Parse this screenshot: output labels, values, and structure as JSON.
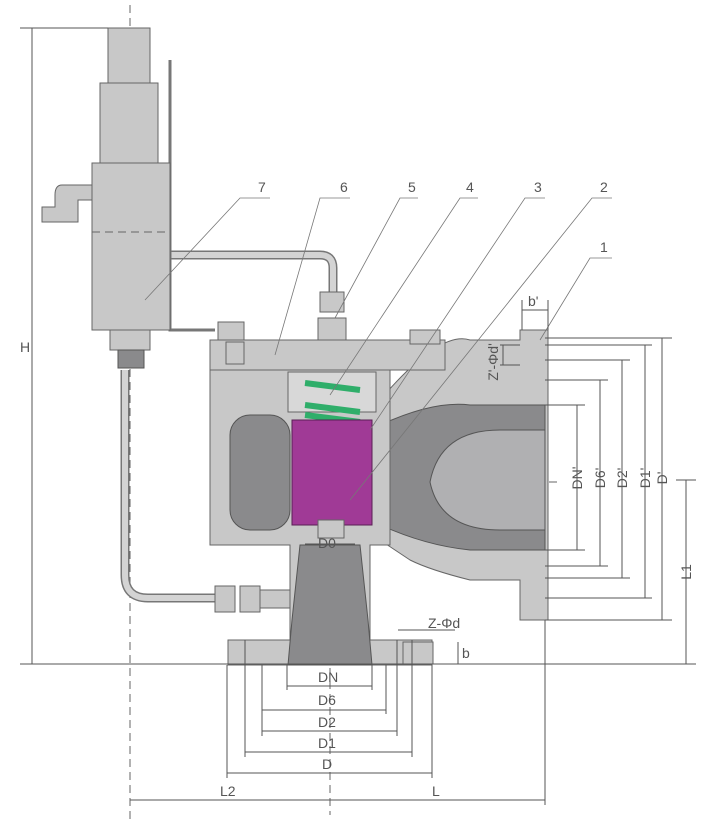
{
  "title": "Safety valve with pilot – dimension drawing",
  "part_numbers": [
    "7",
    "6",
    "5",
    "4",
    "3",
    "2",
    "1"
  ],
  "dimensions": {
    "height": "H",
    "outlet_height": "L1",
    "inlet_length": "L",
    "pilot_length": "L2",
    "seat_bore": "D0",
    "inlet": [
      "DN",
      "D6",
      "D2",
      "D1",
      "D"
    ],
    "outlet": [
      "DN'",
      "D6'",
      "D2'",
      "D1'",
      "D'"
    ],
    "inlet_bolts": "Z-Φd",
    "inlet_flange_thickness": "b",
    "outlet_bolts": "Z'-Φd'",
    "outlet_flange_thickness": "b'"
  },
  "colors": {
    "body": "#c8c8c8",
    "disc": "#a03a96",
    "spring": "#2fae6a",
    "line": "#555555"
  }
}
